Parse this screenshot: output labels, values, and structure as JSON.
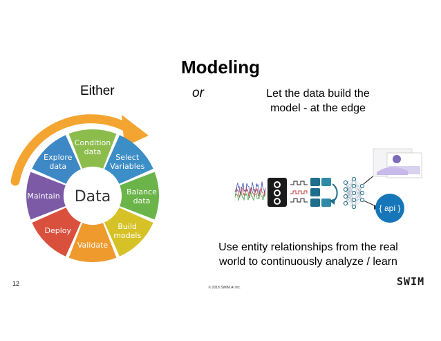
{
  "slide": {
    "title": "Modeling",
    "either_label": "Either",
    "or_label": "or",
    "let_data_line1": "Let the data build the",
    "let_data_line2": "model - at the edge",
    "entity_line1": "Use entity relationships from the real",
    "entity_line2": "world to continuously analyze / learn",
    "page_number": "12",
    "copyright": "© 2018 SWIM.AI Inc.",
    "brand": "SWIM"
  },
  "cycle": {
    "hub_label": "Data",
    "segments": [
      {
        "line1": "Condition",
        "line2": "data",
        "color": "#8cbc4c"
      },
      {
        "line1": "Select",
        "line2": "Variables",
        "color": "#3c8ec7"
      },
      {
        "line1": "Balance",
        "line2": "data",
        "color": "#6ab44a"
      },
      {
        "line1": "Build",
        "line2": "models",
        "color": "#d6c227"
      },
      {
        "line1": "Validate",
        "line2": "",
        "color": "#ee9a2d"
      },
      {
        "line1": "Deploy",
        "line2": "",
        "color": "#d9503d"
      },
      {
        "line1": "Maintain",
        "line2": "",
        "color": "#7c5aa6"
      },
      {
        "line1": "Explore",
        "line2": "data",
        "color": "#3e88c6"
      }
    ],
    "arrow_color": "#f4a531"
  },
  "pipeline": {
    "api_label": "{ api }"
  }
}
